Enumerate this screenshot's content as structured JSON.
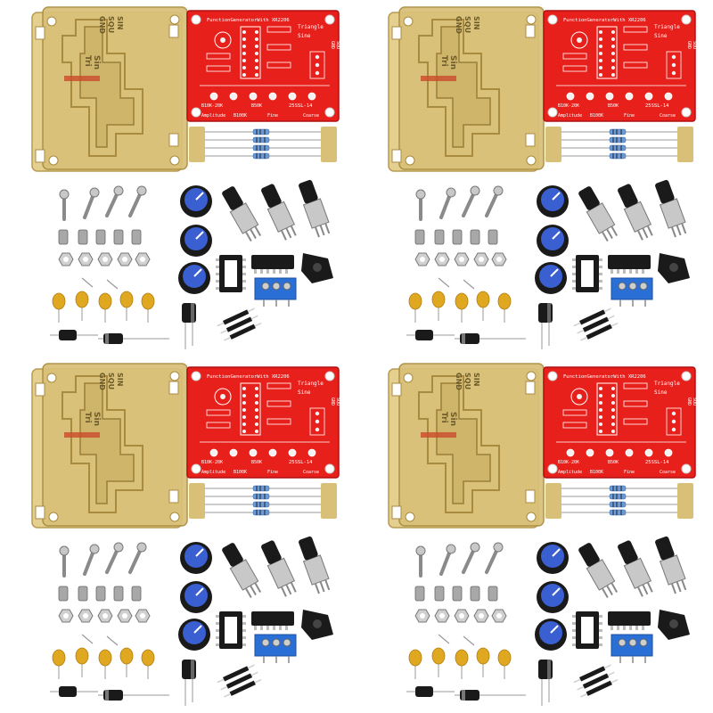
{
  "image": {
    "kit_count": 4,
    "layout": "2x2 grid",
    "background": "#ffffff"
  },
  "pcb": {
    "color": "#e8201c",
    "title": "FunctionGeneratorWith XR2206",
    "triangle": "Triangle",
    "sine": "Sine",
    "amplitude": "Amplitude",
    "fine": "Fine",
    "coarse": "Coarse",
    "part_b100k": "B100K",
    "part_b50k": "B50K",
    "part_b10k": "B10K-20K",
    "part_25ssl": "25SSL-14",
    "gnd": "GND",
    "squ": "SQU",
    "sin": "SIN"
  },
  "acrylic": {
    "color": "#d9c078",
    "label_tri": "Tri",
    "label_sin": "Sin",
    "label_gnd": "GND",
    "label_squ": "SQU",
    "label_sin2": "SIN"
  },
  "colors": {
    "knob_blue": "#3a5fd0",
    "terminal_blue": "#2a6fd6",
    "capacitor_yellow": "#e0a820",
    "resistor_body": "#6a9ad8",
    "metal": "#b8b8b8",
    "black": "#1a1a1a"
  }
}
